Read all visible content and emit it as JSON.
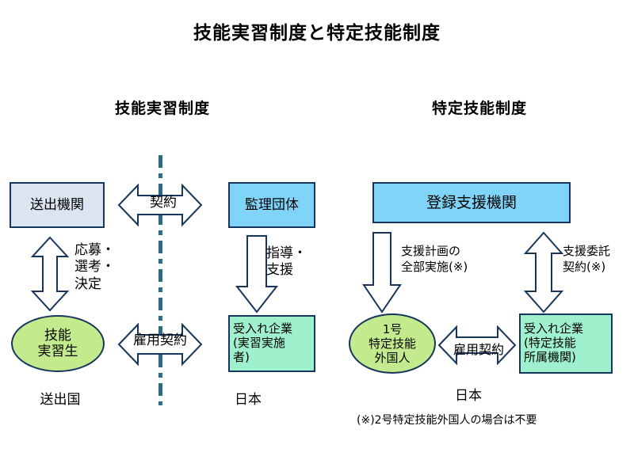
{
  "title": "技能実習制度と特定技能制度",
  "sections": {
    "left": {
      "heading": "技能実習制度"
    },
    "right": {
      "heading": "特定技能制度"
    }
  },
  "nodes": {
    "sending_org": {
      "label": "送出機関",
      "color": "#dbe5f1",
      "shape": "rect"
    },
    "supervising_org": {
      "label": "監理団体",
      "color": "#7fd4f7",
      "shape": "rect"
    },
    "trainee": {
      "line1": "技能",
      "line2": "実習生",
      "color": "#c3eb8e",
      "shape": "ellipse"
    },
    "host_company_left": {
      "line1": "受入れ企業",
      "line2": "(実習実施",
      "line3": "者)",
      "color": "#9ff0cd",
      "shape": "rect"
    },
    "registered_support_org": {
      "label": "登録支援機関",
      "color": "#7fd4f7",
      "shape": "rect"
    },
    "ssw_person": {
      "line1": "1号",
      "line2": "特定技能",
      "line3": "外国人",
      "color": "#c3eb8e",
      "shape": "ellipse"
    },
    "host_company_right": {
      "line1": "受入れ企業",
      "line2": "(特定技能",
      "line3": "所属機関)",
      "color": "#9ff0cd",
      "shape": "rect"
    }
  },
  "arrows": {
    "contract": {
      "label": "契約",
      "direction": "double-horizontal"
    },
    "apply_select_decide": {
      "line1": "応募・",
      "line2": "選考・",
      "line3": "決定",
      "direction": "double-vertical"
    },
    "guidance_support": {
      "line1": "指導・",
      "line2": "支援",
      "direction": "down"
    },
    "employment_left": {
      "label": "雇用契約",
      "direction": "double-horizontal"
    },
    "support_plan": {
      "line1": "支援計画の",
      "line2": "全部実施(※)",
      "direction": "down"
    },
    "support_contract": {
      "line1": "支援委託",
      "line2": "契約(※)",
      "direction": "double-vertical"
    },
    "employment_right": {
      "label": "雇用契約",
      "direction": "double-horizontal"
    }
  },
  "captions": {
    "sending_country": "送出国",
    "japan_left": "日本",
    "japan_right": "日本"
  },
  "footnote": "(※)2号特定技能外国人の場合は不要",
  "colors": {
    "outline": "#17365d",
    "divider": "#2b6b87",
    "pale_blue": "#dbe5f1",
    "cyan": "#7fd4f7",
    "green": "#c3eb8e",
    "mint": "#9ff0cd"
  }
}
